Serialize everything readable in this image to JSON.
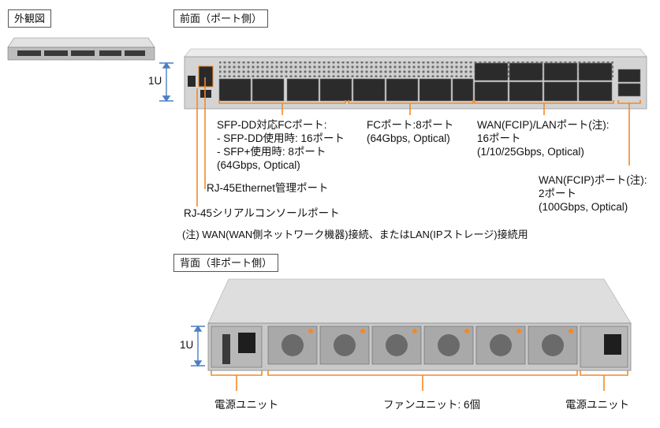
{
  "thumb": {
    "title": "外観図"
  },
  "front": {
    "title": "前面（ポート側）",
    "unit": "1U",
    "labels": {
      "sfpdd_1": "SFP-DD対応FCポート:",
      "sfpdd_2": "- SFP-DD使用時: 16ポート",
      "sfpdd_3": "- SFP+使用時: 8ポート",
      "sfpdd_4": "(64Gbps, Optical)",
      "fc_1": "FCポート:8ポート",
      "fc_2": "(64Gbps, Optical)",
      "wanlan_1": "WAN(FCIP)/LANポート(注):",
      "wanlan_2": "16ポート",
      "wanlan_3": "(1/10/25Gbps, Optical)",
      "wan_1": "WAN(FCIP)ポート(注):",
      "wan_2": "2ポート",
      "wan_3": "(100Gbps, Optical)",
      "rj45_eth": "RJ-45Ethernet管理ポート",
      "rj45_serial": "RJ-45シリアルコンソールポート"
    },
    "note": "(注) WAN(WAN側ネットワーク機器)接続、またはLAN(IPストレージ)接続用"
  },
  "rear": {
    "title": "背面（非ポート側）",
    "unit": "1U",
    "psu_left": "電源ユニット",
    "fan": "ファンユニット: 6個",
    "psu_right": "電源ユニット"
  },
  "colors": {
    "accent": "#f08a2a",
    "bracket": "#4a7fc0",
    "chassis": "#c9c9c9"
  }
}
